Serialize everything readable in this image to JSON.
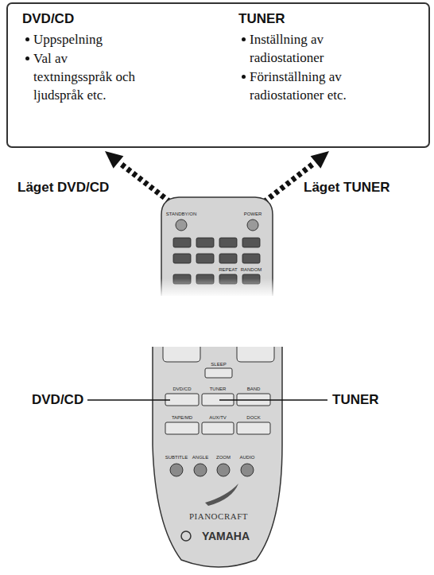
{
  "diagram": {
    "nodes": [
      {
        "text": [
          "DVD/CD",
          "Uppspelning",
          "Val av textningsspråk och ljudspråk etc.",
          "TUNER",
          "Inställning av radiostationer",
          "Förinställning av radiostationer etc."
        ]
      }
    ],
    "labels": [
      "Läget DVD/CD",
      "Läget TUNER",
      "STANDBY/ON",
      "POWER",
      "REPEAT",
      "RANDOM",
      "SLEEP",
      "DVD/CD",
      "TUNER",
      "BAND",
      "DVD/CD",
      "TUNER",
      "TAPE/MD",
      "AUX/TV",
      "DOCK",
      "SUBTITLE",
      "ANGLE",
      "ZOOM",
      "AUDIO",
      "PIANOCRAFT",
      "YAMAHA"
    ]
  }
}
